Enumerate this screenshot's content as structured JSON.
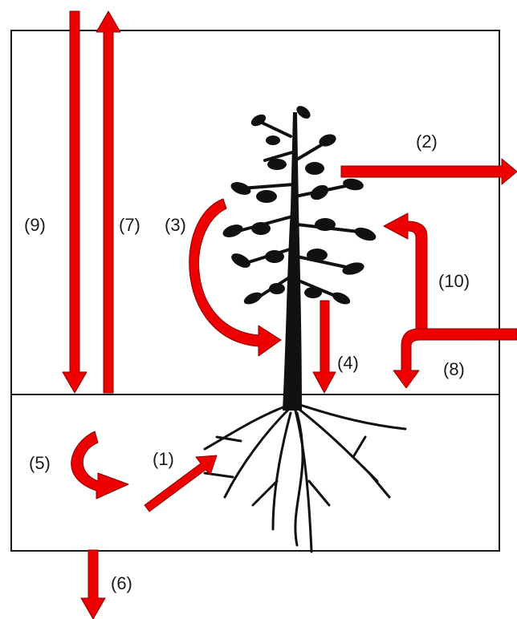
{
  "colors": {
    "arrow": "#ee0000",
    "arrow_outline": "#8a0000",
    "tree": "#111111",
    "box": "#1a1a1a"
  },
  "icons": {
    "tree": "tree-silhouette-icon"
  },
  "labels": {
    "l1": "(1)",
    "l2": "(2)",
    "l3": "(3)",
    "l4": "(4)",
    "l5": "(5)",
    "l6": "(6)",
    "l7": "(7)",
    "l8": "(8)",
    "l9": "(9)",
    "l10": "(10)"
  }
}
